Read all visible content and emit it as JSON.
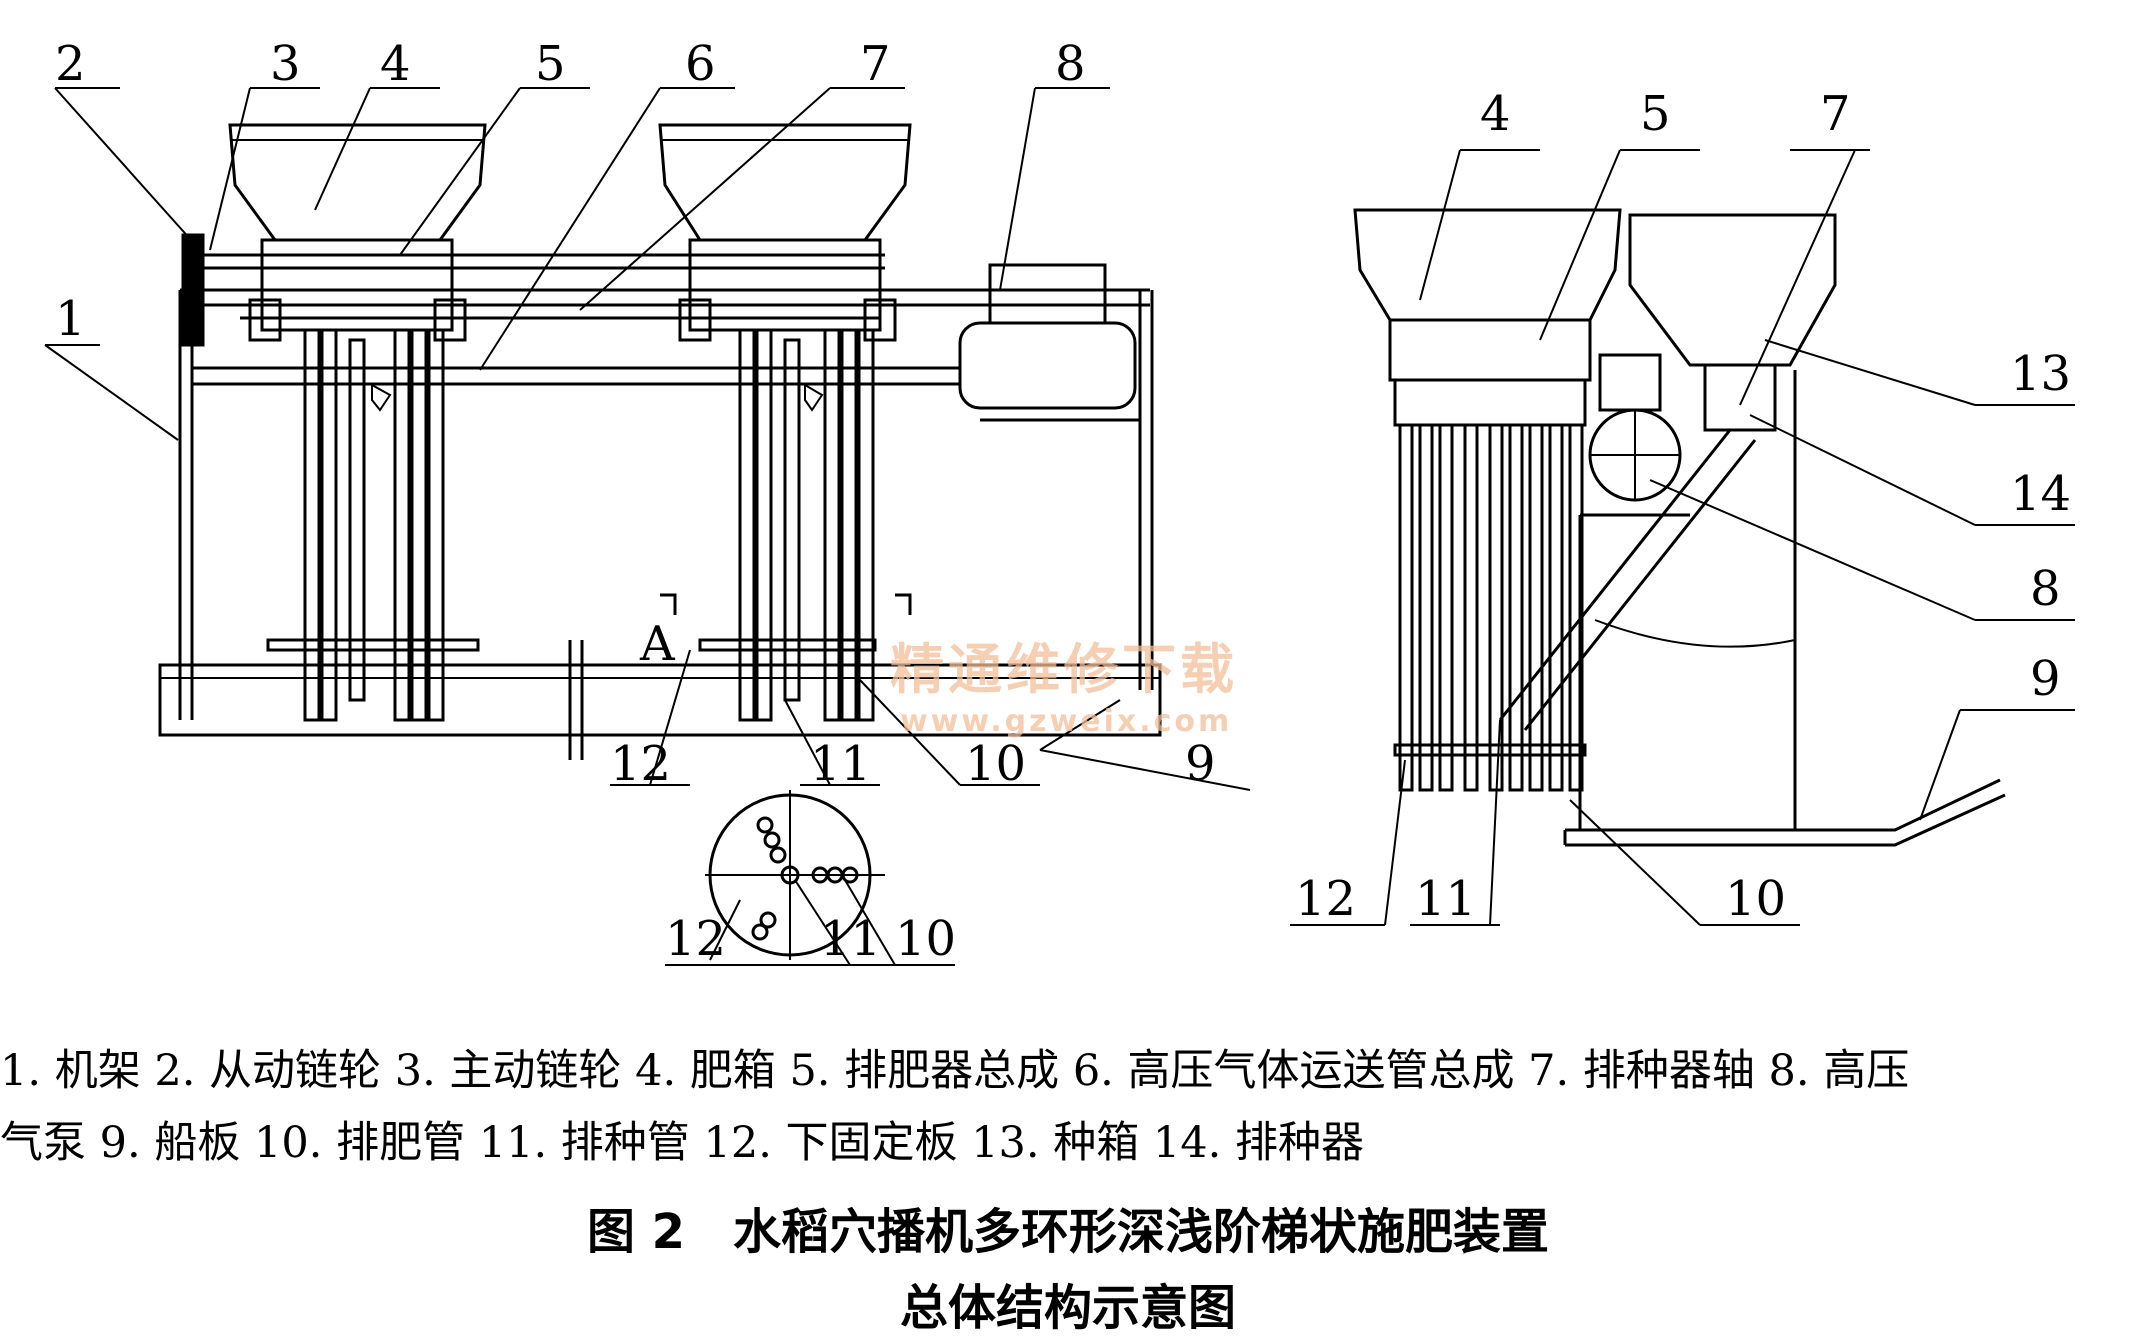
{
  "callouts": {
    "front": [
      "2",
      "3",
      "4",
      "5",
      "6",
      "7",
      "8",
      "1",
      "9",
      "10",
      "11",
      "12",
      "A"
    ],
    "side": [
      "4",
      "5",
      "7",
      "13",
      "14",
      "8",
      "9",
      "10",
      "11",
      "12"
    ],
    "section": [
      "12",
      "11",
      "10"
    ]
  },
  "watermark": {
    "cn": "精通维修下载",
    "url": "www.gzweix.com"
  },
  "legend": {
    "line1": "1. 机架 2. 从动链轮 3. 主动链轮 4. 肥箱 5. 排肥器总成 6. 高压气体运送管总成 7. 排种器轴 8. 高压",
    "line2": "气泵 9. 船板 10. 排肥管 11. 排种管 12. 下固定板 13. 种箱 14. 排种器"
  },
  "caption": {
    "line1": "图 2　水稻穴播机多环形深浅阶梯状施肥装置",
    "line2": "总体结构示意图"
  }
}
